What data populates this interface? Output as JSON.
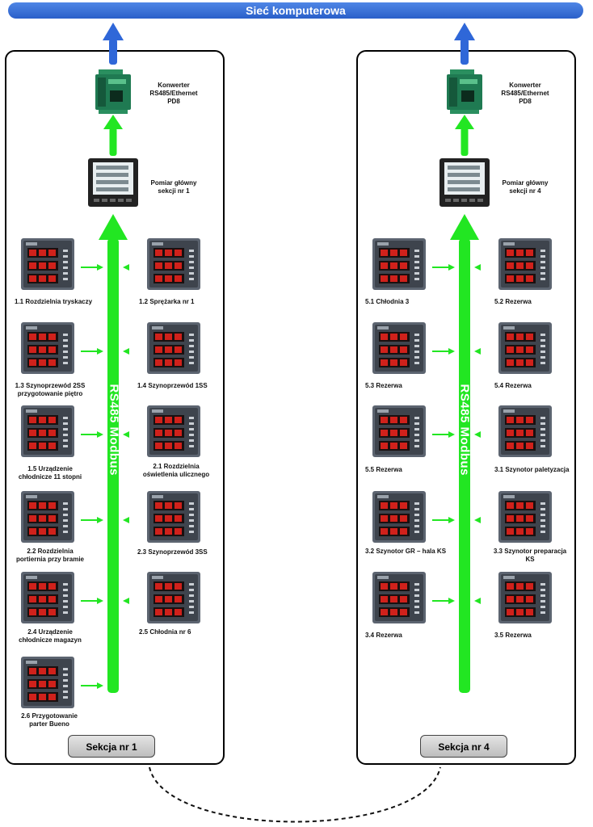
{
  "network": {
    "label": "Sieć komputerowa"
  },
  "sections": [
    {
      "name": "Sekcja nr 1",
      "bus_label": "RS485 Modbus",
      "converter": {
        "lines": [
          "Konwerter",
          "RS485/Ethernet",
          "PD8"
        ]
      },
      "main_meter": {
        "lines": [
          "Pomiar główny",
          "sekcji nr 1"
        ]
      },
      "meters": [
        {
          "side": "left",
          "label": "1.1 Rozdzielnia tryskaczy"
        },
        {
          "side": "right",
          "label": "1.2 Sprężarka nr 1"
        },
        {
          "side": "left",
          "label": "1.3 Szynoprzewód 2SS przygotowanie piętro"
        },
        {
          "side": "right",
          "label": "1.4 Szynoprzewód 1SS"
        },
        {
          "side": "left",
          "label": "1.5 Urządzenie chłodnicze 11 stopni"
        },
        {
          "side": "right",
          "label": "2.1 Rozdzielnia oświetlenia ulicznego"
        },
        {
          "side": "left",
          "label": "2.2 Rozdzielnia portiernia przy bramie"
        },
        {
          "side": "right",
          "label": "2.3 Szynoprzewód 3SS"
        },
        {
          "side": "left",
          "label": "2.4 Urządzenie chłodnicze magazyn"
        },
        {
          "side": "right",
          "label": "2.5 Chłodnia nr 6"
        },
        {
          "side": "left",
          "label": "2.6 Przygotowanie parter Bueno"
        }
      ]
    },
    {
      "name": "Sekcja nr 4",
      "bus_label": "RS485 Modbus",
      "converter": {
        "lines": [
          "Konwerter",
          "RS485/Ethernet",
          "PD8"
        ]
      },
      "main_meter": {
        "lines": [
          "Pomiar główny",
          "sekcji nr 4"
        ]
      },
      "meters": [
        {
          "side": "left",
          "label": "5.1 Chłodnia 3"
        },
        {
          "side": "right",
          "label": "5.2 Rezerwa"
        },
        {
          "side": "left",
          "label": "5.3 Rezerwa"
        },
        {
          "side": "right",
          "label": "5.4 Rezerwa"
        },
        {
          "side": "left",
          "label": "5.5 Rezerwa"
        },
        {
          "side": "right",
          "label": "3.1 Szynotor paletyzacja"
        },
        {
          "side": "left",
          "label": "3.2 Szynotor GR – hala KS"
        },
        {
          "side": "right",
          "label": "3.3 Szynotor preparacja KS"
        },
        {
          "side": "left",
          "label": "3.4 Rezerwa"
        },
        {
          "side": "right",
          "label": "3.5 Rezerwa"
        }
      ]
    }
  ],
  "colors": {
    "network_blue": "#2f67d8",
    "bus_green": "#22e622",
    "meter_body": "#5c6470",
    "meter_display": "#d0211b",
    "converter_green": "#1f7a52"
  },
  "icons": [
    "network-bar",
    "ethernet-converter-icon",
    "main-power-meter-icon",
    "power-meter-icon"
  ]
}
